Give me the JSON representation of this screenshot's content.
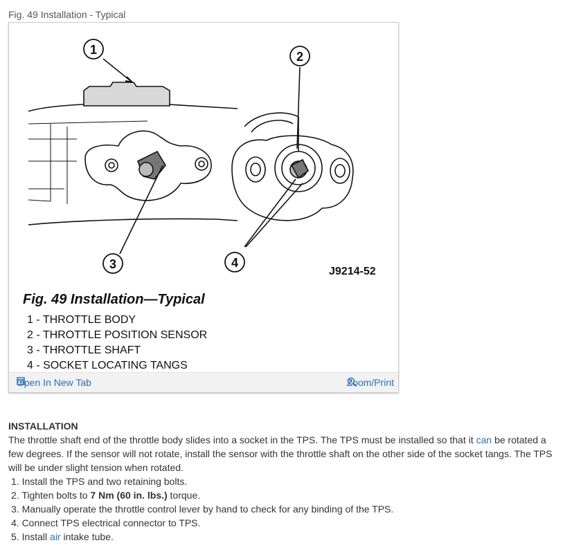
{
  "figure": {
    "caption": "Fig. 49 Installation - Typical",
    "art_code": "J9214-52",
    "art_title": "Fig. 49 Installation—Typical",
    "callouts": [
      "1",
      "2",
      "3",
      "4"
    ],
    "legend": [
      "1 - THROTTLE BODY",
      "2 - THROTTLE POSITION SENSOR",
      "3 - THROTTLE SHAFT",
      "4 - SOCKET LOCATING TANGS"
    ],
    "open_label": "Open In New Tab",
    "zoom_label": "Zoom/Print"
  },
  "section": {
    "heading": "INSTALLATION",
    "para": {
      "before": " The throttle shaft end of the throttle body slides into a socket in the TPS. The TPS must be installed so that it ",
      "link": "can",
      "after": " be rotated a few degrees. If the sensor will not rotate, install the sensor with the throttle shaft on the other side of the socket tangs. The TPS will be under slight tension when rotated."
    },
    "steps": {
      "s1": "1. Install the TPS and two retaining bolts.",
      "s2_before": "2. Tighten bolts to ",
      "s2_bold": "7 Nm (60 in. lbs.)",
      "s2_after": " torque.",
      "s3": "3. Manually operate the throttle control lever by hand to check for any binding of the TPS.",
      "s4": "4. Connect TPS electrical connector to TPS.",
      "s5_before": "5. Install ",
      "s5_link": "air",
      "s5_after": " intake tube."
    }
  },
  "colors": {
    "link": "#2a6fb5",
    "text": "#333333",
    "footer_bg": "#f2f2f2"
  },
  "icons": {
    "open": "open-new-tab-icon",
    "zoom": "zoom-magnifier-icon"
  }
}
